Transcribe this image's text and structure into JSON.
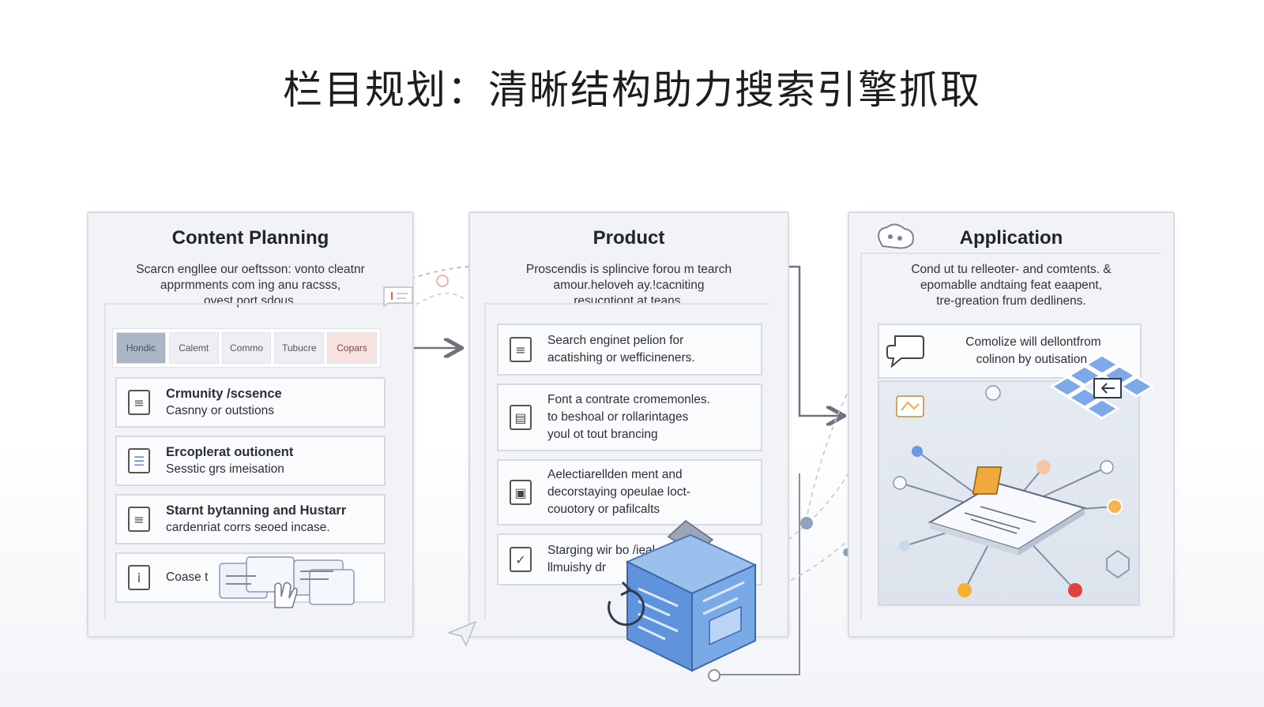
{
  "title": "栏目规划：清晰结构助力搜索引擎抓取",
  "panels": {
    "content_planning": {
      "title": "Content Planning",
      "description": "Scarcn engllee our oeftsson: vonto cleatnr\napprmments com ing anu racsss,\novest port sdous.",
      "tabs": [
        "Hondic",
        "Calemt",
        "Commo",
        "Tubucre",
        "Copars"
      ],
      "items": [
        {
          "title": "Crmunity /scsence",
          "subtitle": "Casnny or outstions"
        },
        {
          "title": "Ercoplerat outionent",
          "subtitle": "Sesstic grs imeisation"
        },
        {
          "title": "Starnt bytanning and Hustarr",
          "subtitle": "cardenriat corrs seoed incase."
        },
        {
          "title": "Coase t",
          "subtitle": ""
        }
      ]
    },
    "product": {
      "title": "Product",
      "description": "Proscendis is splincive forou m tearch\namour.heloveh ay.!cacniting\nresucntiont at teans.",
      "items": [
        "Search enginet pelion for\nacatishing or wefficineners.",
        "Font a contrate cromemonles.\nto beshoal or rollarintages\nyoul ot tout brancing",
        "Aelectiarellden ment and\ndecorstaying opeulae loct-\ncouotory or pafilcalts",
        "Starging wir bo         /ieal\nllmuishy dr"
      ]
    },
    "application": {
      "title": "Application",
      "description": "Cond ut tu relleoter- and comtents. &\nepomablle andtaing feat eaapent,\ntre-greation frum dedlinens.",
      "callout": "Comolize will dellontfrom\ncolinon by outisation."
    }
  },
  "icons": [
    "document-icon",
    "list-icon",
    "checkbox-icon",
    "chat-bubble-icon",
    "cube-icon",
    "refresh-icon"
  ],
  "colors": {
    "accent_blue": "#5b8fd9",
    "arrow_gray": "#6e737b",
    "warn_red": "#d9644f",
    "node_orange": "#f2a93b"
  }
}
